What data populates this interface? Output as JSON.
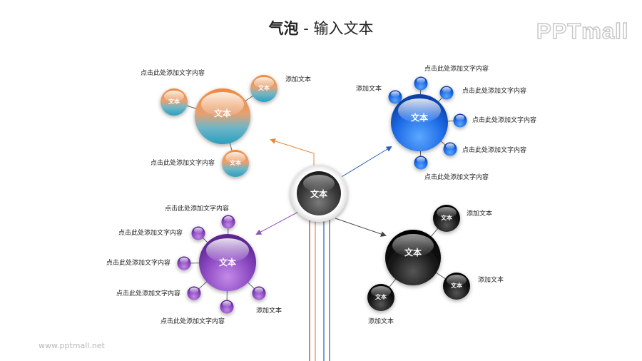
{
  "title": {
    "bold": "气泡",
    "rest": " - 输入文本"
  },
  "logo": "PPTmall",
  "footer_url": "www.pptmall.net",
  "center": {
    "label": "文本"
  },
  "clusters": {
    "orange": {
      "main": "文本",
      "small": [
        "文本",
        "文本",
        "文本"
      ],
      "labels": [
        "点击此处添加文字内容",
        "添加文本",
        "点击此处添加文字内容"
      ]
    },
    "blue": {
      "main": "文本",
      "labels": [
        "添加文本",
        "点击此处添加文字内容",
        "点击此处添加文字内容",
        "点击此处添加文字内容",
        "点击此处添加文字内容",
        "点击此处添加文字内容"
      ]
    },
    "purple": {
      "main": "文本",
      "labels": [
        "点击此处添加文字内容",
        "点击此处添加文字内容",
        "点击此处添加文字内容",
        "点击此处添加文字内容",
        "添加文本",
        "点击此处添加文字内容"
      ]
    },
    "black": {
      "main": "文本",
      "small": [
        "文本",
        "文本",
        "文本"
      ],
      "labels": [
        "添加文本",
        "添加文本",
        "添加文本"
      ]
    }
  },
  "colors": {
    "orange": "#e8883a",
    "teal": "#4fb0c6",
    "blue": "#1a5fd8",
    "purple": "#7b3bb0",
    "black": "#111111",
    "orange_line": "#e8883a",
    "blue_line": "#2a5fb8",
    "purple_line": "#8a55c0",
    "gray_line": "#555555"
  }
}
